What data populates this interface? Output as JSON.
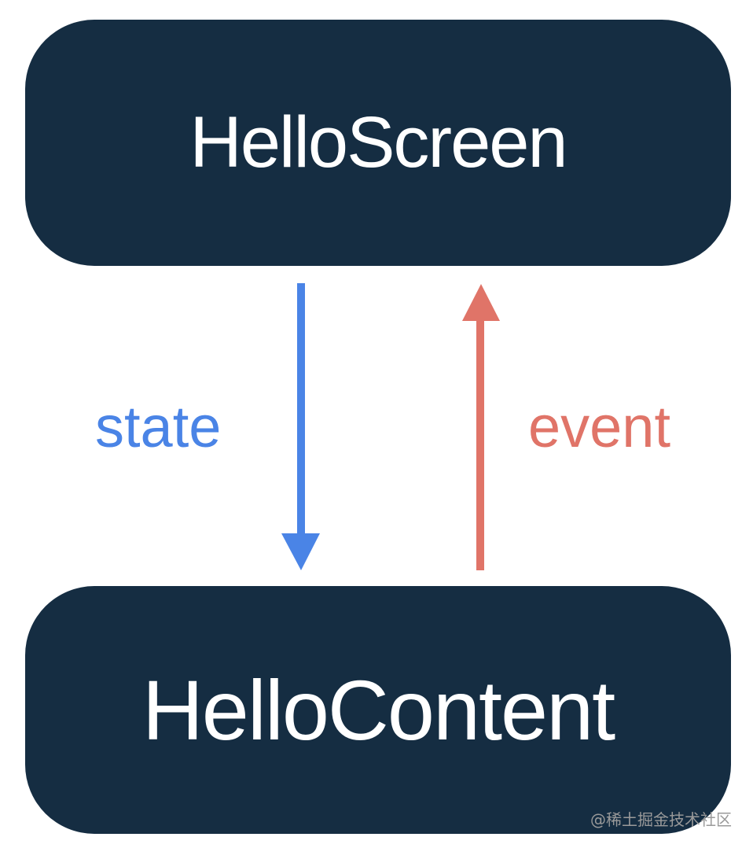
{
  "diagram": {
    "top_box": {
      "label": "HelloScreen"
    },
    "bottom_box": {
      "label": "HelloContent"
    },
    "state_arrow": {
      "label": "state",
      "direction": "down",
      "color": "#4a84e6"
    },
    "event_arrow": {
      "label": "event",
      "direction": "up",
      "color": "#e07468"
    },
    "box_color": "#152d42"
  },
  "watermark": {
    "text": "@稀土掘金技术社区"
  }
}
